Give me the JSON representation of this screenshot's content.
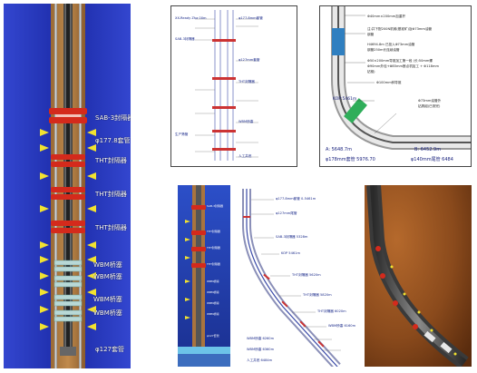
{
  "panel_a": {
    "labels": {
      "sab3": "SAB-3封隔器",
      "casing_177": "φ177.8套管",
      "tht1": "THT封隔器",
      "tht2": "THT封隔器",
      "tht3": "THT封隔器",
      "wbm1": "WBM桥塞",
      "wbm2": "WBM桥塞",
      "wbm3": "WBM桥塞",
      "wbm4": "WBM桥塞",
      "casing_127": "φ127套管"
    },
    "colors": {
      "background": "#2436b8",
      "packer": "#d42a1c",
      "arrow": "#f2e230",
      "formation": "#8a5c2e"
    }
  },
  "panel_b": {
    "annotations": [
      "XX-Ready Zha 00m",
      "φ177.8mm套管",
      "φ127mm套管",
      "SAB-3封隔器",
      "THT封隔器",
      "WBM桥塞",
      "人工井底",
      "生产筛管"
    ]
  },
  "panel_c": {
    "notes": [
      "Φ40mm×200mm加重杆",
      "注:井下配200N机械(基准矿)及Φ73mm油管",
      "钢管",
      "H4694.8m 已投入Φ73mm油管",
      "钢管250m长连续油管",
      "Φ50×200mm导锥加工第一段 (长:50mm螺",
      "Φ90mm外径+Φ85mm断点机加工 + Φ118mm",
      "钻铤)",
      "Φ100mm斜导锥",
      "Φ73mm油管外",
      "钻具组(已测完)"
    ],
    "callouts": [
      "KOP:5461m",
      "A: 5648.7m",
      "B: 6452.9m"
    ],
    "bottom": [
      "φ178mm套管 5976.70",
      "φ140mm尾管 6484"
    ]
  },
  "panel_d": {
    "labels": [
      "SAB-3封隔器",
      "THT封隔器",
      "THT封隔器",
      "THT封隔器",
      "WBM桥塞",
      "WBM桥塞",
      "WBM桥塞",
      "WBM桥塞",
      "φ127套管"
    ]
  },
  "panel_e": {
    "notes": [
      "φ177.8mm套管 0-5461m",
      "φ127mm尾管",
      "SAB-3封隔器 5328m",
      "KOP 5461m",
      "THT封隔器 5620m",
      "THT封隔器 5820m",
      "THT封隔器 6020m",
      "WBM桥塞 6160m",
      "WBM桥塞 6260m",
      "WBM桥塞 6360m",
      "人工井底 6484m"
    ]
  },
  "panel_f": {
    "colors": {
      "formation": "#8a4a1c",
      "pipe": "#4a4a4a"
    }
  }
}
